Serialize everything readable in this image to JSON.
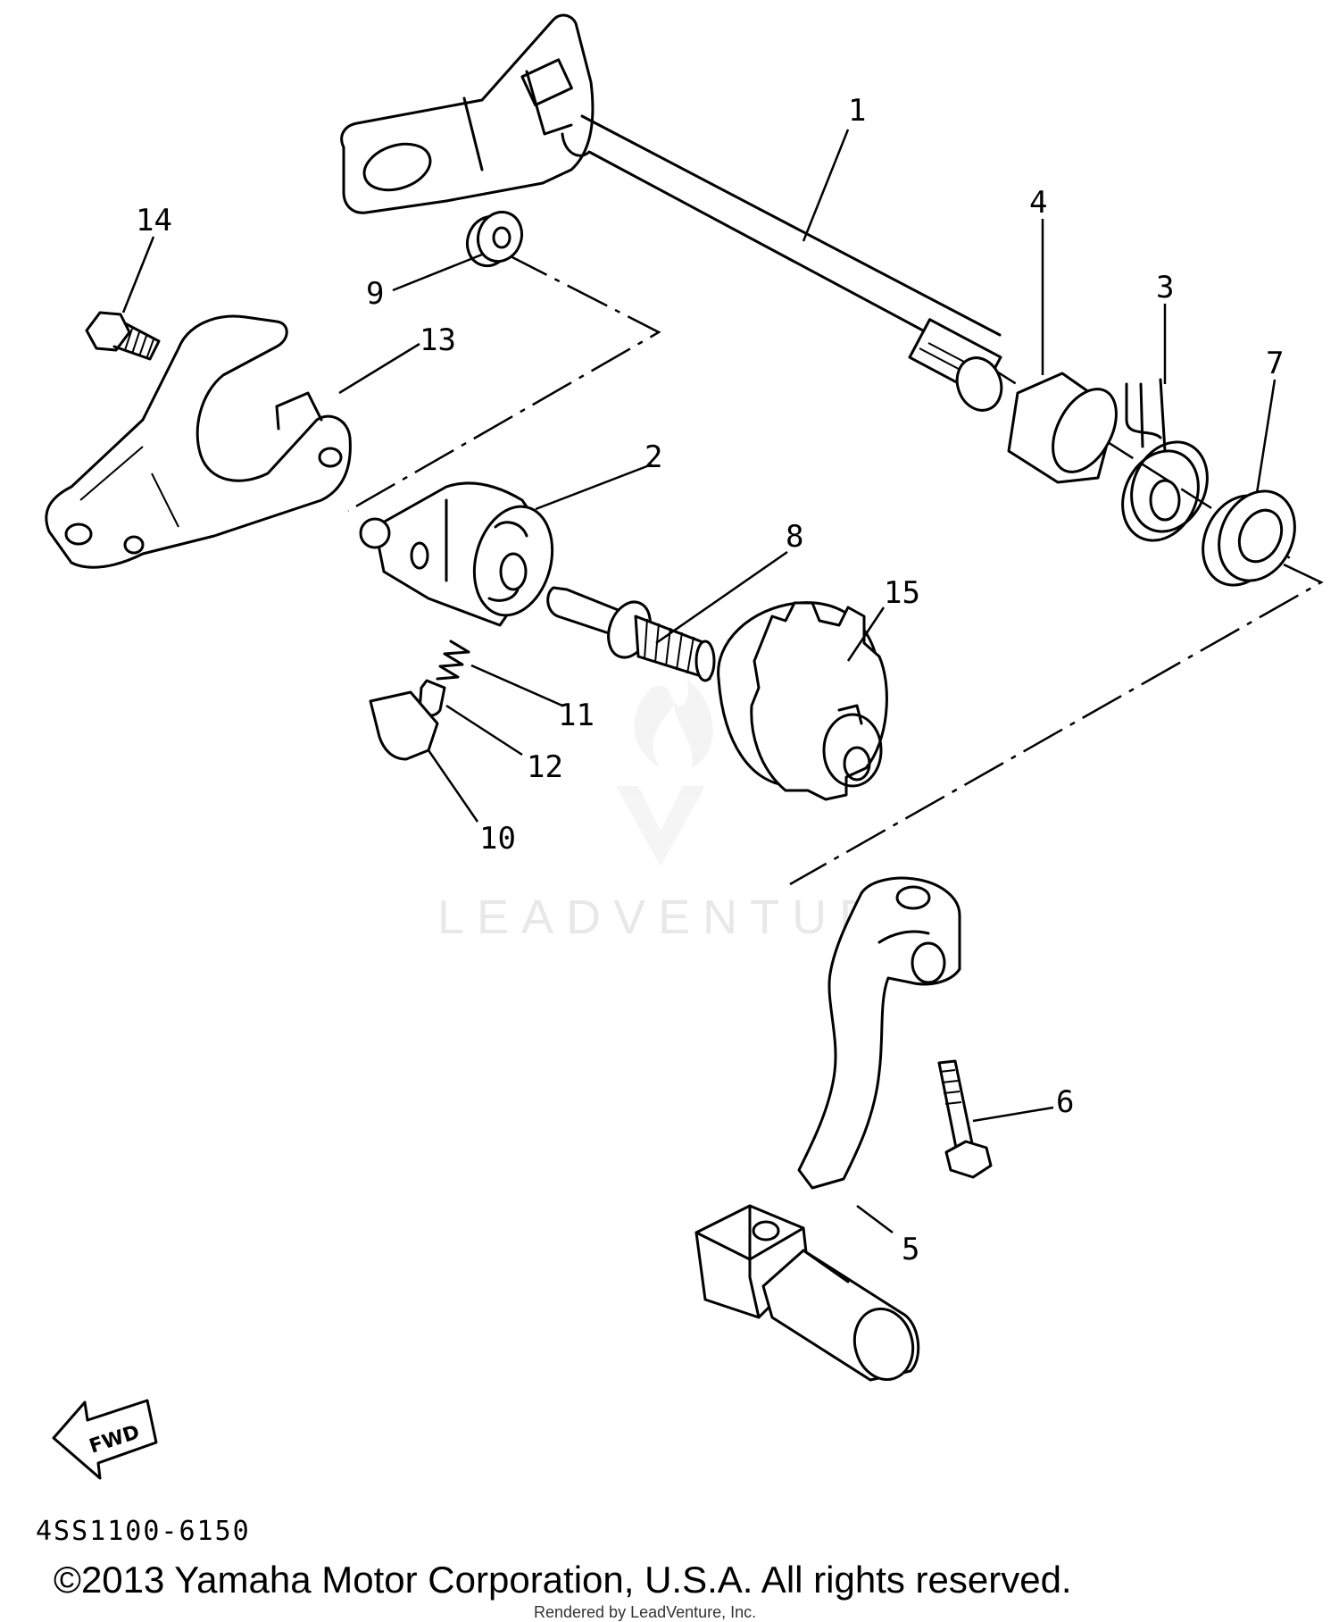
{
  "diagram": {
    "callouts": [
      "1",
      "2",
      "3",
      "4",
      "5",
      "6",
      "7",
      "8",
      "9",
      "10",
      "11",
      "12",
      "13",
      "14",
      "15"
    ],
    "fwd_label": "FWD",
    "watermark": "LEADVENTURE",
    "diagram_code": "4SS1100-6150",
    "copyright": "©2013 Yamaha Motor Corporation, U.S.A. All rights reserved.",
    "rendered_by": "Rendered by LeadVenture, Inc."
  }
}
